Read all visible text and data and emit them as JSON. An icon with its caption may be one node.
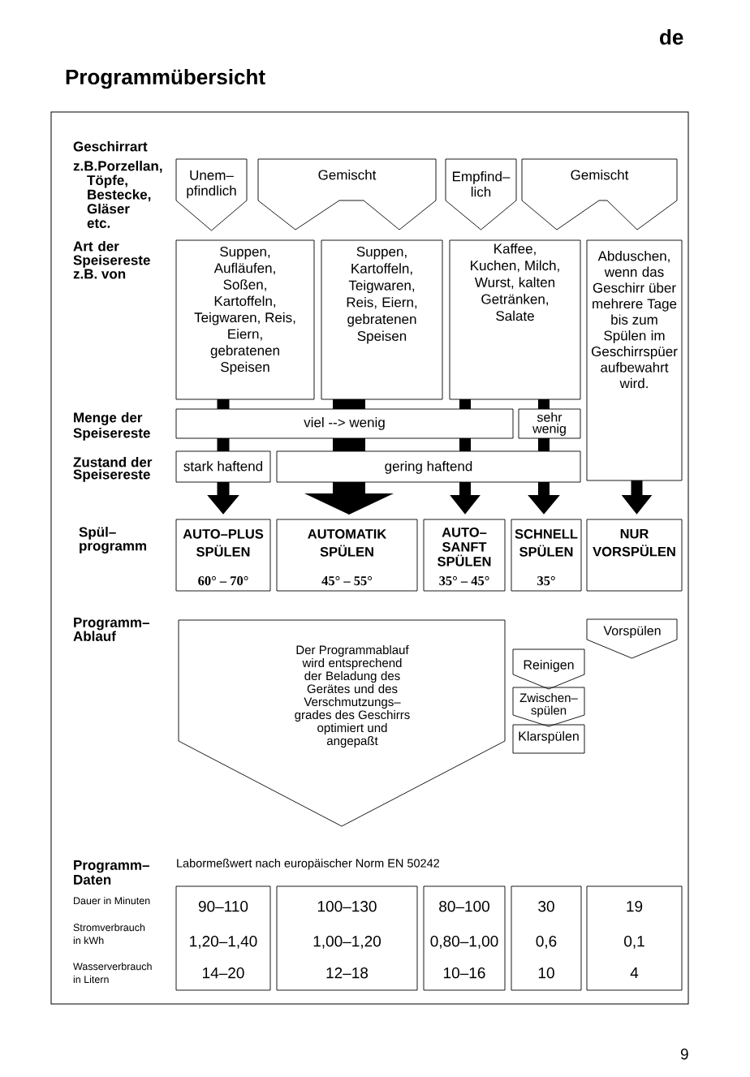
{
  "diagram": {
    "title": "Programmübersicht",
    "nodes": [
      {
        "text": [
          "Unem– pfindlich"
        ]
      },
      {
        "text": [
          "Gemischt"
        ]
      },
      {
        "text": [
          "Empfind– lich"
        ]
      },
      {
        "text": [
          "Gemischt"
        ]
      },
      {
        "text": [
          "Suppen, Aufläufen, Soßen, Kartoffeln, Teigwaren, Reis, Eiern, gebratenen Speisen"
        ]
      },
      {
        "text": [
          "Suppen, Kartoffeln, Teigwaren, Reis, Eiern, gebratenen Speisen"
        ]
      },
      {
        "text": [
          "Kaffee, Kuchen, Milch, Wurst, kalten Getränken, Salate"
        ]
      },
      {
        "text": [
          "Abduschen, wenn das Geschirr über mehrere Tage bis zum Spülen im Geschirrspüer aufbewahrt wird."
        ]
      },
      {
        "text": [
          "viel --> wenig"
        ]
      },
      {
        "text": [
          "sehr wenig"
        ]
      },
      {
        "text": [
          "stark haftend"
        ]
      },
      {
        "text": [
          "gering haftend"
        ]
      },
      {
        "text": [
          "AUTO–PLUS SPÜLEN",
          "60° – 70°"
        ]
      },
      {
        "text": [
          "AUTOMATIK SPÜLEN",
          "45° – 55°"
        ]
      },
      {
        "text": [
          "AUTO– SANFT SPÜLEN",
          "35° – 45°"
        ]
      },
      {
        "text": [
          "SCHNELL SPÜLEN",
          "35°"
        ]
      },
      {
        "text": [
          "NUR VORSPÜLEN"
        ]
      },
      {
        "text": [
          "Der Programmablauf wird entsprechend der Beladung des Gerätes und des Verschmutzungs– grades des Geschirrs optimiert und angepaßt"
        ]
      },
      {
        "text": [
          "Reinigen"
        ]
      },
      {
        "text": [
          "Zwischen– spülen"
        ]
      },
      {
        "text": [
          "Klarspülen"
        ]
      },
      {
        "text": [
          "Vorspülen"
        ]
      },
      {
        "text": [
          "90–110",
          "1,20–1,40",
          "14–20"
        ]
      },
      {
        "text": [
          "100–130",
          "1,00–1,20",
          "12–18"
        ]
      },
      {
        "text": [
          "80–100",
          "0,80–1,00",
          "10–16"
        ]
      },
      {
        "text": [
          "30",
          "0,6",
          "10"
        ]
      },
      {
        "text": [
          "19",
          "0,1",
          "4"
        ]
      }
    ],
    "edges": [
      {
        "from": 4,
        "to": 8,
        "arrow": "none"
      },
      {
        "from": 8,
        "to": 10,
        "arrow": "none"
      },
      {
        "from": 10,
        "to": 12,
        "arrow": "to"
      },
      {
        "from": 5,
        "to": 8,
        "arrow": "none",
        "style": "thick"
      },
      {
        "from": 8,
        "to": 11,
        "arrow": "none",
        "style": "thick"
      },
      {
        "from": 11,
        "to": 13,
        "arrow": "to",
        "style": "thick"
      },
      {
        "from": 6,
        "to": 8,
        "arrow": "none"
      },
      {
        "from": 8,
        "to": 11,
        "arrow": "none"
      },
      {
        "from": 11,
        "to": 14,
        "arrow": "to"
      },
      {
        "from": 6,
        "to": 9,
        "arrow": "none"
      },
      {
        "from": 9,
        "to": 11,
        "arrow": "none"
      },
      {
        "from": 11,
        "to": 15,
        "arrow": "to"
      },
      {
        "from": 7,
        "to": 16,
        "arrow": "to"
      }
    ],
    "labels": [
      "de",
      "Geschirrart",
      "z.B.Porzellan, Töpfe, Bestecke, Gläser etc.",
      "Art der Speisereste z.B. von",
      "Menge der Speisereste",
      "Zustand der Speisereste",
      "Spül– programm",
      "Programm– Ablauf",
      "Programm– Daten",
      "Labormeßwert nach europäischer Norm EN 50242",
      "Dauer in Minuten",
      "Stromverbrauch in kWh",
      "Wasserverbrauch in Litern",
      "9"
    ]
  }
}
